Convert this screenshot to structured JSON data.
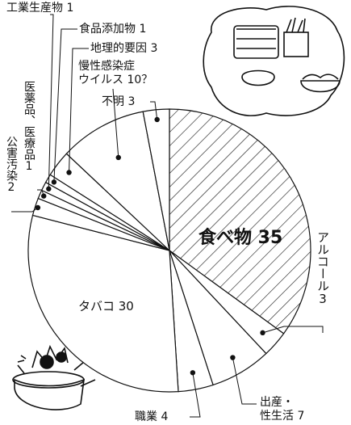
{
  "chart_data": {
    "type": "pie",
    "values_unit": "%",
    "slices": [
      {
        "name": "食べ物",
        "value": 35,
        "label": "食べ物 35",
        "hatched": true
      },
      {
        "name": "アルコール",
        "value": 3,
        "label": "アルコール 3"
      },
      {
        "name": "出産・性生活",
        "value": 7,
        "label": "出産・性生活 7"
      },
      {
        "name": "職業",
        "value": 4,
        "label": "職業 4"
      },
      {
        "name": "タバコ",
        "value": 30,
        "label": "タバコ 30"
      },
      {
        "name": "公害汚染",
        "value": 2,
        "label": "公害汚染 2"
      },
      {
        "name": "医薬品、医療品",
        "value": 1,
        "label": "医薬品、医療品 1"
      },
      {
        "name": "工業生産物",
        "value": 1,
        "label": "工業生産物 1"
      },
      {
        "name": "食品添加物",
        "value": 1,
        "label": "食品添加物 1"
      },
      {
        "name": "地理的要因",
        "value": 3,
        "label": "地理的要因 3"
      },
      {
        "name": "慢性感染症ウイルス",
        "value": 10,
        "label": "慢性感染症 ウイルス 10？"
      },
      {
        "name": "不明",
        "value": 3,
        "label": "不明 3"
      }
    ]
  },
  "labels": {
    "food": "食べ物 35",
    "alcohol": "アルコール3",
    "birth_line1": "出産・",
    "birth_line2": "性生活 7",
    "work": "職業 4",
    "tobacco": "タバコ 30",
    "pollution": "公害汚染2",
    "medicine": "医薬品、医療品1",
    "industrial": "工業生産物 1",
    "additive": "食品添加物 1",
    "geographic": "地理的要因 3",
    "virus_line1": "慢性感染症",
    "virus_line2": "ウイルス 10？",
    "unknown": "不明 3"
  },
  "colors": {
    "line": "#111111",
    "fill": "#ffffff"
  }
}
